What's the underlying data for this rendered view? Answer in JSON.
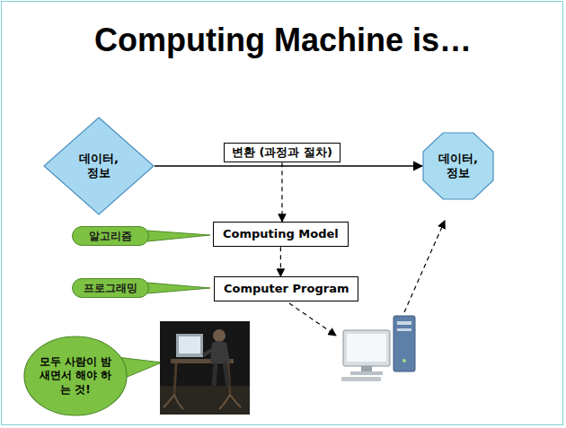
{
  "diagram": {
    "title": "Computing Machine is…",
    "nodes": [
      {
        "text": [
          "데이터, 정보"
        ]
      },
      {
        "text": [
          "변환 (과정과 절차)"
        ]
      },
      {
        "text": [
          "데이터, 정보"
        ]
      },
      {
        "text": [
          "Computing Model"
        ]
      },
      {
        "text": [
          "Computer Program"
        ]
      },
      {
        "text": [
          "알고리즘"
        ]
      },
      {
        "text": [
          "프로그래밍"
        ]
      },
      {
        "text": [
          "모두 사람이 밤새면서 해야 하는 것!"
        ]
      }
    ],
    "edges": [
      {
        "from": 0,
        "to": 2,
        "arrow": "to"
      },
      {
        "from": 1,
        "to": 3,
        "arrow": "to"
      },
      {
        "from": 3,
        "to": 4,
        "arrow": "to"
      }
    ]
  }
}
